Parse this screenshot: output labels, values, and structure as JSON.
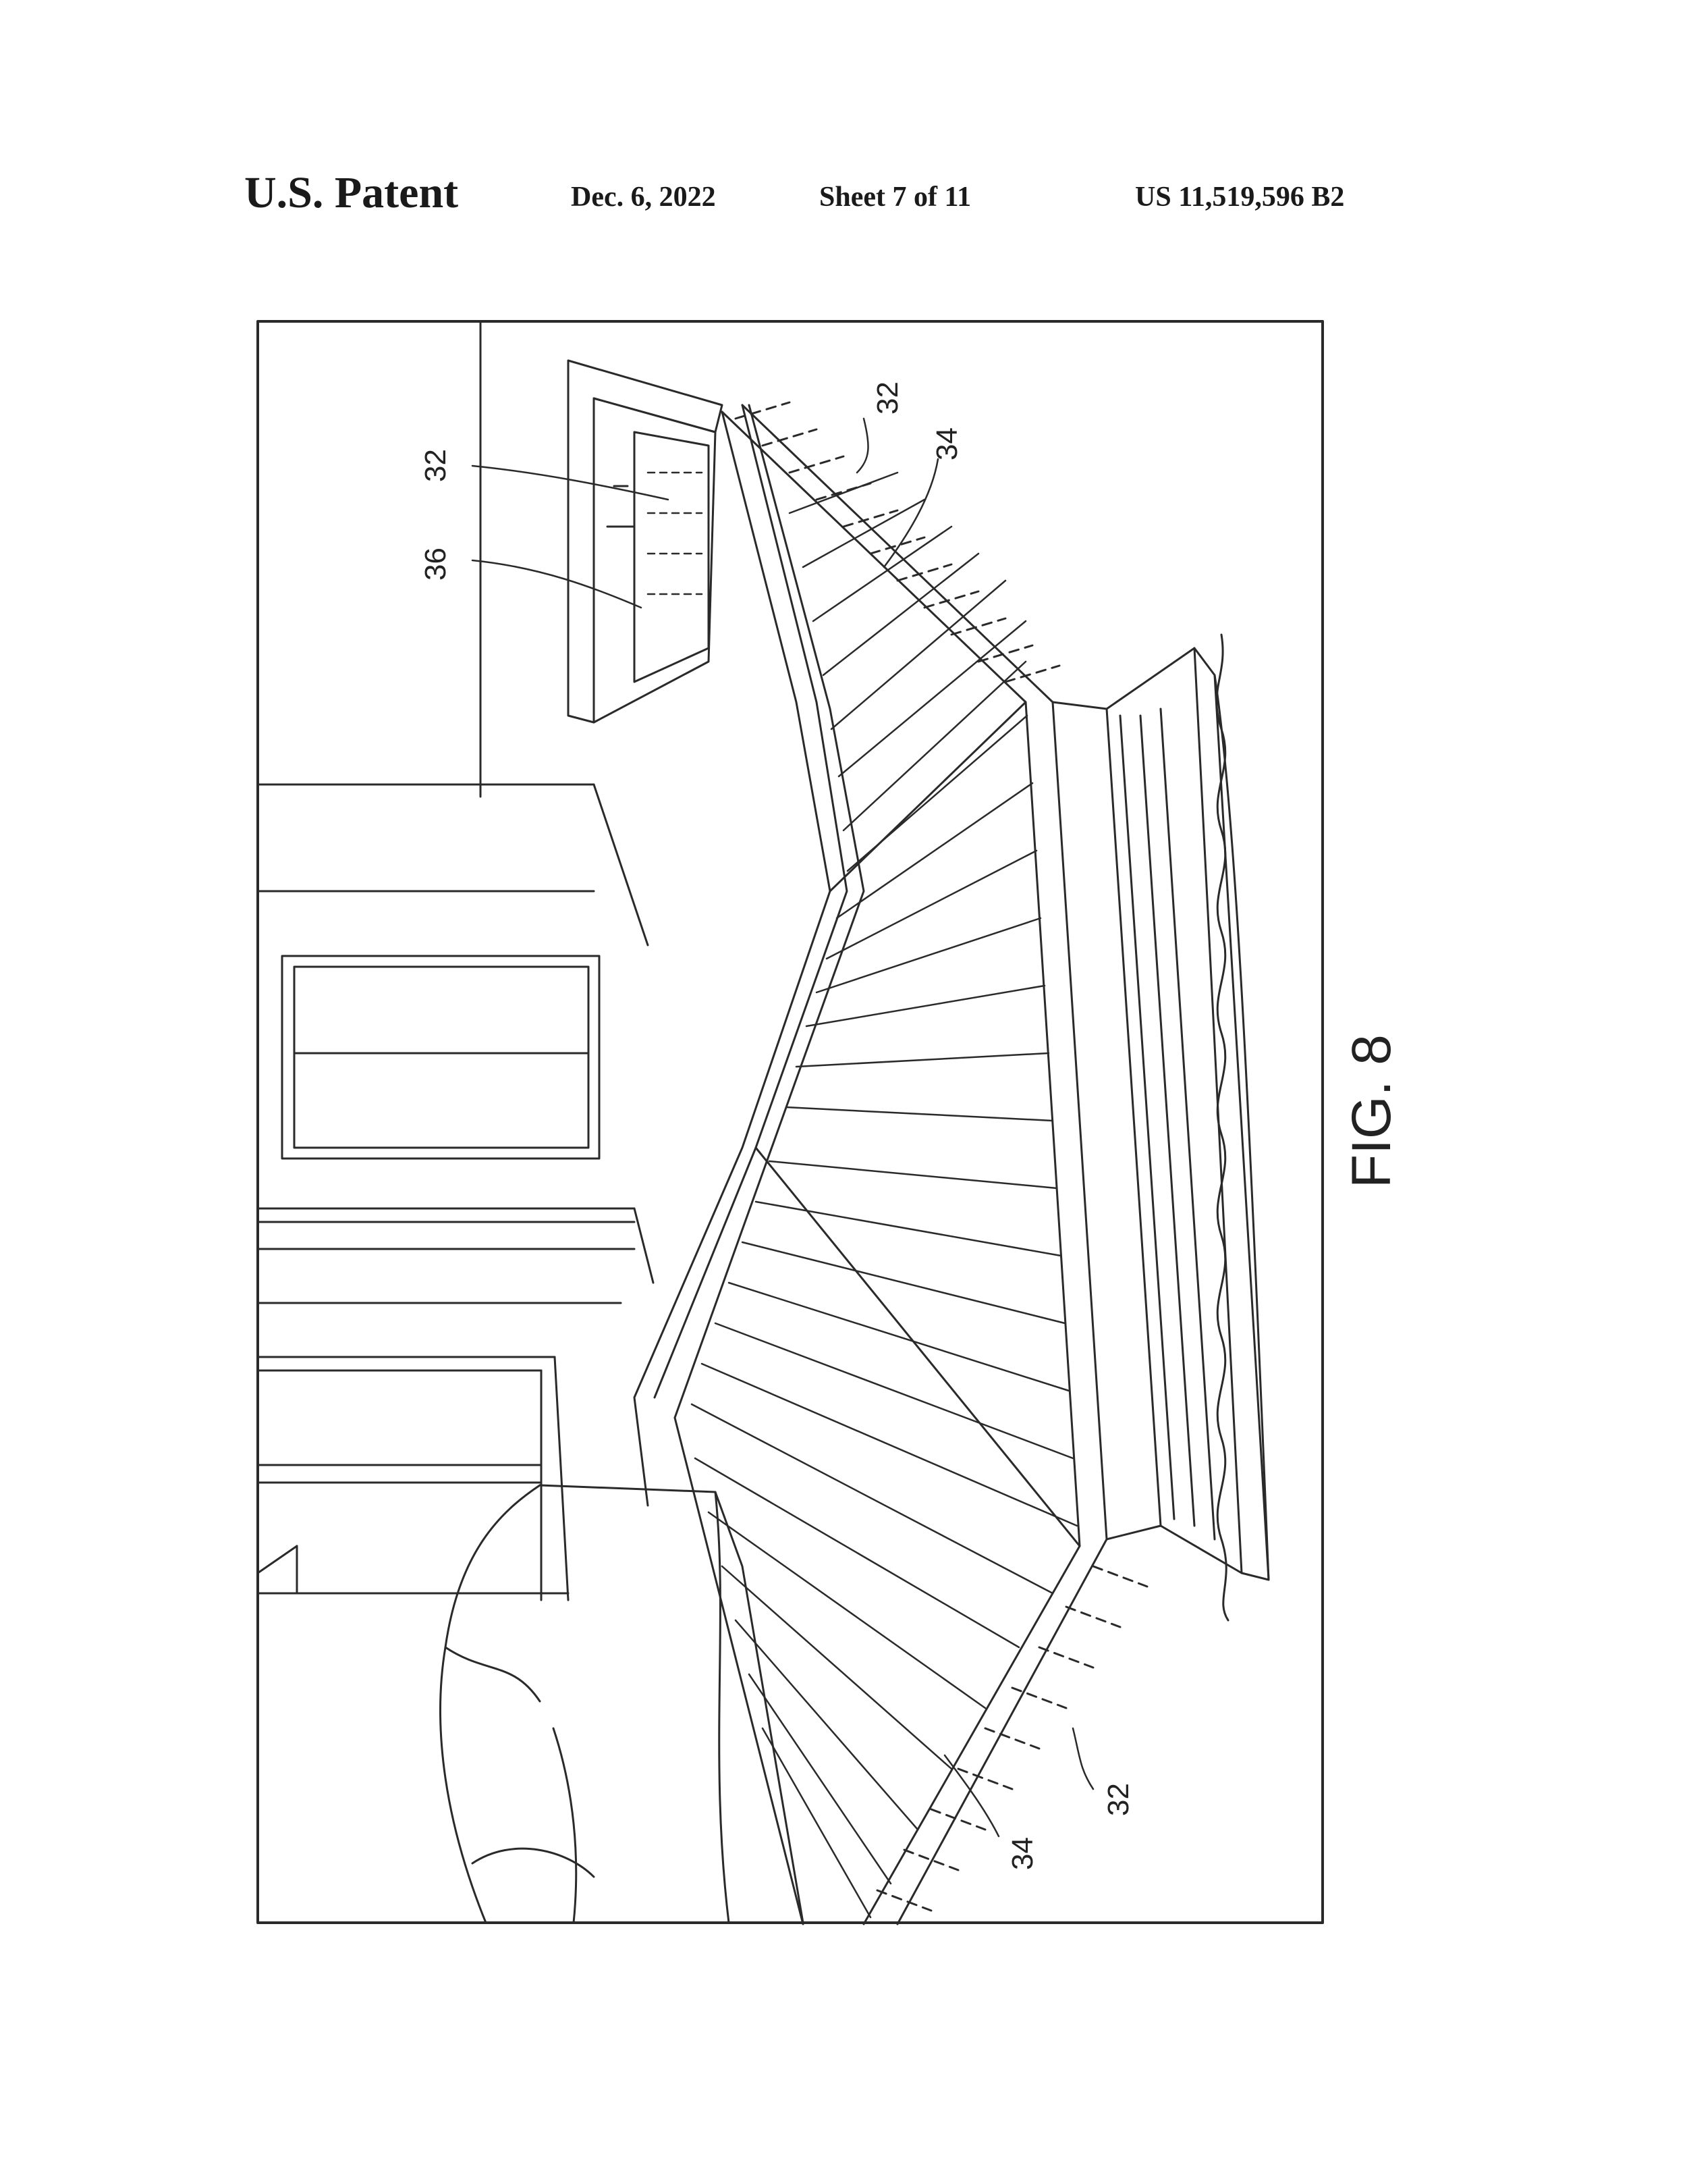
{
  "header": {
    "left": "U.S. Patent",
    "date": "Dec. 6, 2022",
    "sheet": "Sheet 7 of 11",
    "number": "US 11,519,596 B2"
  },
  "figure": {
    "caption": "FIG. 8",
    "reference_numerals": {
      "r32_top": "32",
      "r36": "36",
      "r32_right": "32",
      "r34_right": "34",
      "r32_bottom": "32",
      "r34_bottom": "34"
    }
  }
}
